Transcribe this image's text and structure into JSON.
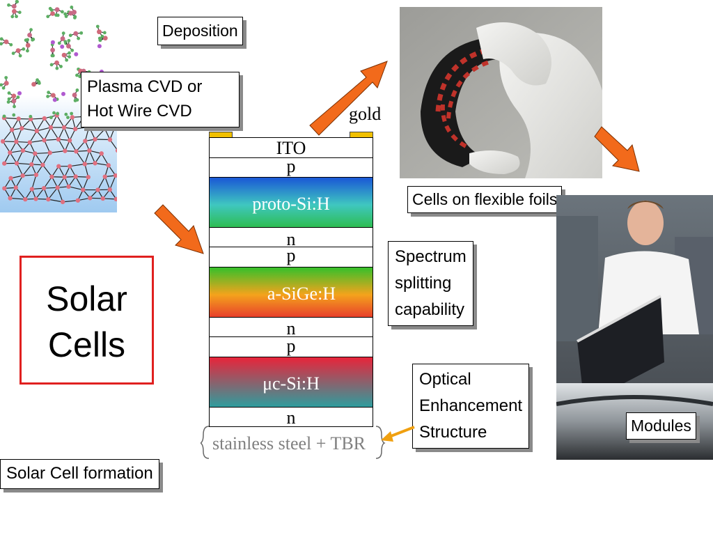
{
  "labels": {
    "deposition": "Deposition",
    "cvd_line1": "Plasma CVD or",
    "cvd_line2": "Hot Wire CVD",
    "gold": "gold",
    "cells_foils": "Cells on flexible foils",
    "spectrum_line1": "Spectrum",
    "spectrum_line2": "splitting",
    "spectrum_line3": "capability",
    "optical_line1": "Optical",
    "optical_line2": "Enhancement",
    "optical_line3": "Structure",
    "modules": "Modules",
    "solar_line1": "Solar",
    "solar_line2": "Cells",
    "formation": "Solar Cell formation",
    "substrate": "stainless steel + TBR"
  },
  "stack": [
    {
      "label": "ITO"
    },
    {
      "label": "p"
    },
    {
      "label": "proto-Si:H"
    },
    {
      "label": "n"
    },
    {
      "label": "p"
    },
    {
      "label": "a-SiGe:H"
    },
    {
      "label": "n"
    },
    {
      "label": "p"
    },
    {
      "label": "μc-Si:H"
    },
    {
      "label": "n"
    }
  ],
  "colors": {
    "arrow_fill": "#f26a1b",
    "gold_contact": "#f0c000",
    "solar_box_border": "#e0201f",
    "proto_gradient": [
      "#1a57d6",
      "#3fc7c0",
      "#2ebd52"
    ],
    "sige_gradient": [
      "#35c02b",
      "#f4a31c",
      "#e8402b"
    ],
    "ucsi_gradient": [
      "#e8243a",
      "#2f9d9e"
    ]
  }
}
